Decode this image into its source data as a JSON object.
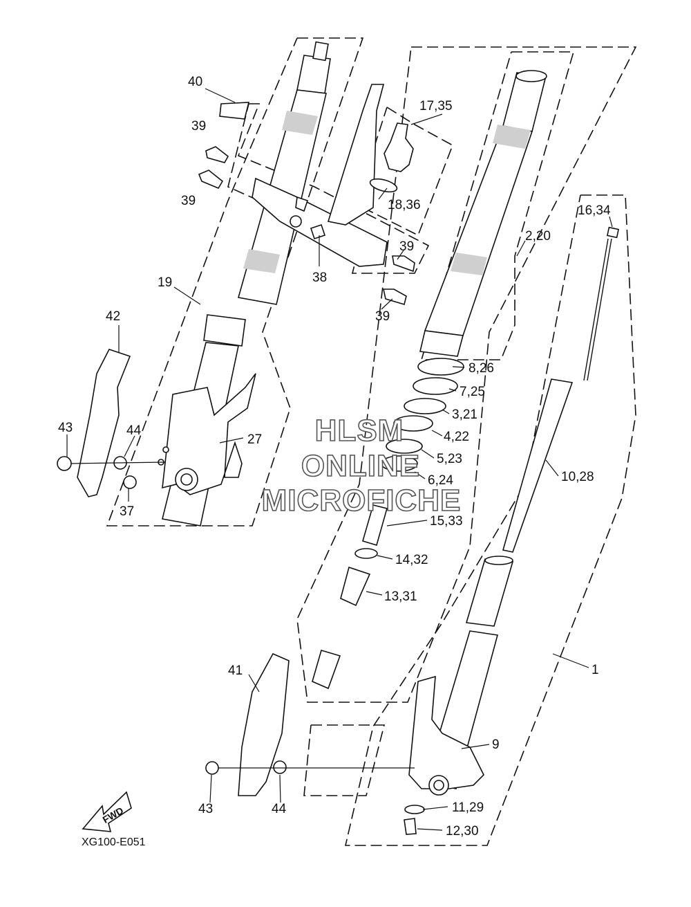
{
  "diagram": {
    "labels": {
      "l40": "40",
      "l39a": "39",
      "l39b": "39",
      "l39c": "39",
      "l39d": "39",
      "l17_35": "17,35",
      "l18_36": "18,36",
      "l38": "38",
      "l2_20": "2,20",
      "l16_34": "16,34",
      "l19": "19",
      "l42": "42",
      "l43a": "43",
      "l44a": "44",
      "l37": "37",
      "l27": "27",
      "l8_26": "8,26",
      "l7_25": "7,25",
      "l3_21": "3,21",
      "l4_22": "4,22",
      "l5_23": "5,23",
      "l6_24": "6,24",
      "l15_33": "15,33",
      "l14_32": "14,32",
      "l13_31": "13,31",
      "l10_28": "10,28",
      "l1": "1",
      "l9": "9",
      "l41": "41",
      "l43b": "43",
      "l44b": "44",
      "l11_29": "11,29",
      "l12_30": "12,30",
      "fwd": "FWD",
      "code": "XG100-E051"
    },
    "watermark": [
      "HLSM",
      "ONLINE",
      "MICROFICHE"
    ]
  }
}
